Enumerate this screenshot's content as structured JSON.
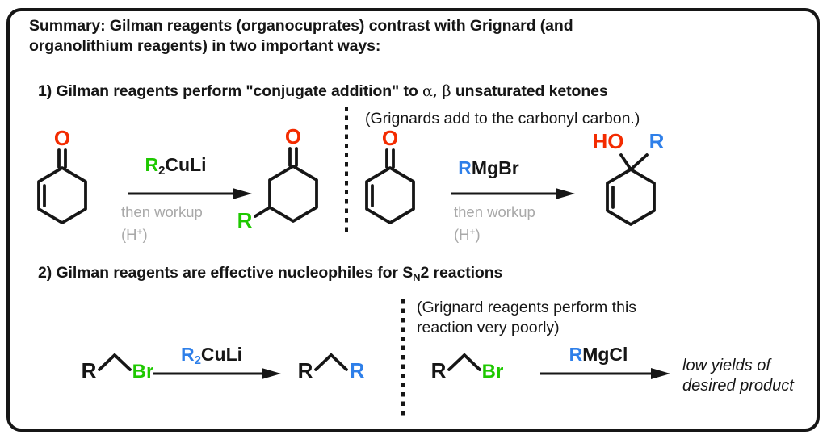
{
  "colors": {
    "red": "#f32b00",
    "green": "#1ec800",
    "blue": "#2e7fe9",
    "gray": "#a9a9a9",
    "ink": "#161616"
  },
  "title": {
    "line1": "Summary: Gilman reagents (organocuprates) contrast with Grignard (and",
    "line2": "organolithium reagents) in two important ways:"
  },
  "atoms": {
    "o": "O",
    "ho": "HO",
    "r": "R",
    "br": "Br"
  },
  "section1": {
    "heading": {
      "pre": "1) Gilman reagents perform \"conjugate addition\" to ",
      "greek": "α, β",
      "post": " unsaturated ketones"
    },
    "note": "(Grignards add to the carbonyl carbon.)",
    "gilman_reagent": {
      "r": "R",
      "sub": "2",
      "rest": "CuLi"
    },
    "grignard_reagent": {
      "r": "R",
      "rest": "MgBr"
    },
    "workup": {
      "line1": "then workup",
      "h": "(H",
      "sup": "+",
      "close": ")"
    }
  },
  "section2": {
    "heading": {
      "pre": "2) Gilman reagents are effective nucleophiles for S",
      "sub": "N",
      "post": "2 reactions"
    },
    "note": {
      "line1": "(Grignard reagents perform this",
      "line2": "reaction very poorly)"
    },
    "gilman_reagent": {
      "r": "R",
      "sub": "2",
      "rest": "CuLi"
    },
    "grignard_reagent": {
      "r": "R",
      "rest": "MgCl"
    },
    "result": {
      "line1": "low yields of",
      "line2": "desired product"
    }
  }
}
